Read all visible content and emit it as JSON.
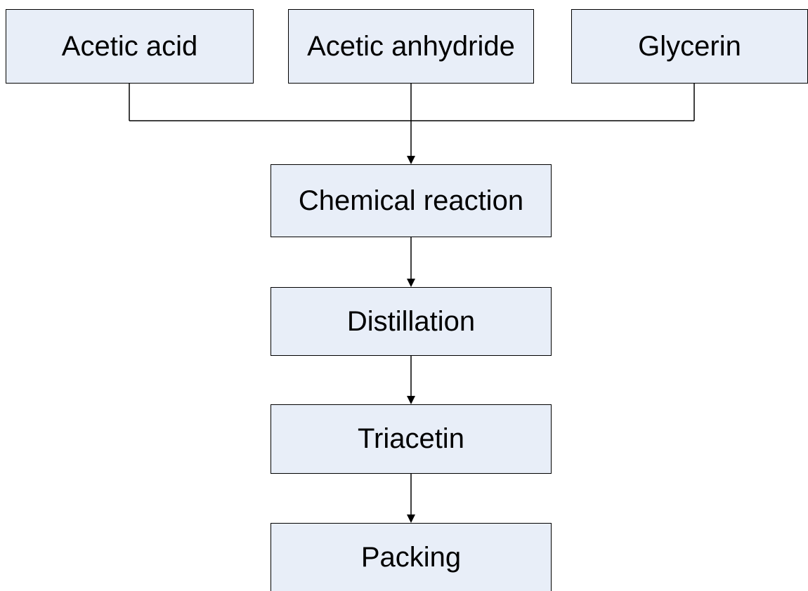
{
  "inputs": {
    "acetic_acid": "Acetic acid",
    "acetic_anhydride": "Acetic anhydride",
    "glycerin": "Glycerin"
  },
  "steps": {
    "chemical_reaction": "Chemical reaction",
    "distillation": "Distillation",
    "triacetin": "Triacetin",
    "packing": "Packing"
  },
  "colors": {
    "box_fill": "#e8eef8",
    "box_border": "#000000",
    "connector": "#000000"
  }
}
